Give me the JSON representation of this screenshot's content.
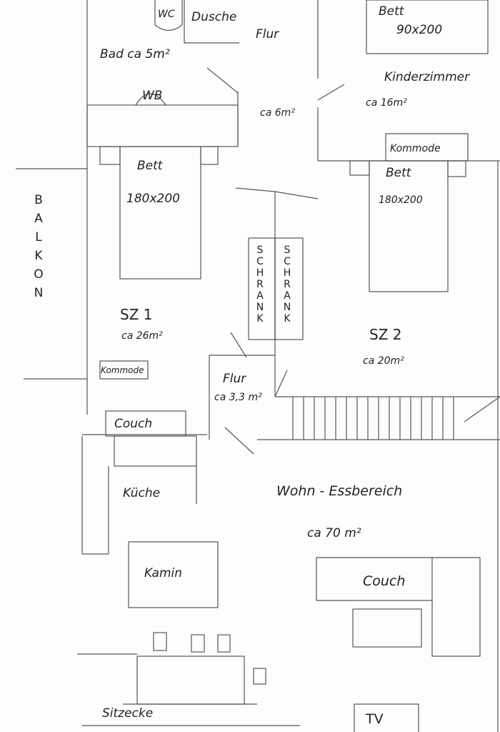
{
  "labels": {
    "wc": "WC",
    "dusche": "Dusche",
    "flur_top": "Flur",
    "bett_kinder": "Bett",
    "bett_kinder_size": "90x200",
    "bad": "Bad ca 5m²",
    "kinderzimmer": "Kinderzimmer",
    "kinderzimmer_area": "ca 16m²",
    "wb": "WB",
    "flur_top_area": "ca 6m²",
    "kommode_sz2": "Kommode",
    "bett_sz1": "Bett",
    "bett_sz1_size": "180x200",
    "bett_sz2": "Bett",
    "bett_sz2_size": "180x200",
    "balkon": "BALKON",
    "schrank_1": "SCHRANK",
    "schrank_2": "SCHRANK",
    "sz1": "SZ 1",
    "sz1_area": "ca 26m²",
    "sz2": "SZ 2",
    "sz2_area": "ca 20m²",
    "kommode_sz1": "Kommode",
    "flur_mid": "Flur",
    "flur_mid_area": "ca 3,3 m²",
    "couch_kitchen": "Couch",
    "kueche": "Küche",
    "wohn": "Wohn - Essbereich",
    "wohn_area": "ca 70 m²",
    "kamin": "Kamin",
    "couch_living": "Couch",
    "sitzecke": "Sitzecke",
    "tv": "TV"
  }
}
